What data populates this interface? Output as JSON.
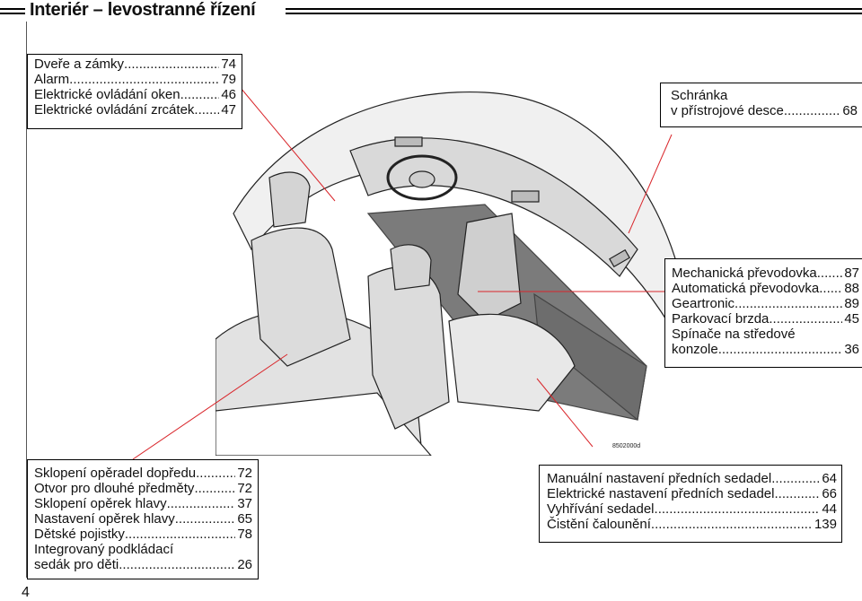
{
  "header": {
    "title": "Interiér – levostranné řízení"
  },
  "boxes": {
    "doors": {
      "items": [
        {
          "label": "Dveře a zámky",
          "page": "74"
        },
        {
          "label": "Alarm",
          "page": "79"
        },
        {
          "label": "Elektrické ovládání oken",
          "page": "46"
        },
        {
          "label": "Elektrické ovládání zrcátek",
          "page": "47"
        }
      ]
    },
    "glovebox": {
      "line1": "Schránka",
      "line2": "v přístrojové desce",
      "page": "68"
    },
    "console": {
      "items": [
        {
          "label": "Mechanická převodovka",
          "page": "87"
        },
        {
          "label": "Automatická převodovka",
          "page": "88"
        },
        {
          "label": "Geartronic",
          "page": "89"
        },
        {
          "label": "Parkovací brzda",
          "page": "45"
        }
      ],
      "multi_line1": "Spínače na středové",
      "multi_line2": "konzole",
      "multi_page": "36"
    },
    "rear": {
      "items": [
        {
          "label": "Sklopení opěradel dopředu",
          "page": "72"
        },
        {
          "label": "Otvor pro dlouhé předměty",
          "page": "72"
        },
        {
          "label": "Sklopení opěrek hlavy",
          "page": "37"
        },
        {
          "label": "Nastavení opěrek hlavy",
          "page": "65"
        },
        {
          "label": "Dětské pojistky",
          "page": "78"
        }
      ],
      "multi_line1": "Integrovaný podkládací",
      "multi_line2": "sedák pro děti",
      "multi_page": "26"
    },
    "seats": {
      "items": [
        {
          "label": "Manuální nastavení předních sedadel",
          "page": "64"
        },
        {
          "label": "Elektrické nastavení předních sedadel",
          "page": "66"
        },
        {
          "label": "Vyhřívání sedadel",
          "page": "44"
        },
        {
          "label": "Čistění čalounění",
          "page": "139"
        }
      ]
    }
  },
  "figure": {
    "code": "8502000d"
  },
  "footer": {
    "page_number": "4"
  },
  "colors": {
    "leader_line": "#d9262b",
    "rule": "#000000"
  }
}
